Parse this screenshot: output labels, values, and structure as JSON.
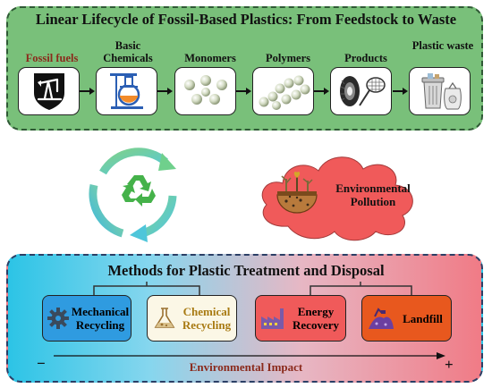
{
  "lifecycle": {
    "title": "Linear Lifecycle of Fossil-Based Plastics: From Feedstock to Waste",
    "stages": [
      {
        "label": "Fossil fuels",
        "icon": "oil-pump-icon"
      },
      {
        "label": "Basic Chemicals",
        "icon": "flask-icon"
      },
      {
        "label": "Monomers",
        "icon": "monomer-spheres-icon"
      },
      {
        "label": "Polymers",
        "icon": "polymer-chain-icon"
      },
      {
        "label": "Products",
        "icon": "tire-and-net-icon"
      },
      {
        "label": "Plastic waste",
        "icon": "trash-bin-icon"
      }
    ]
  },
  "middle": {
    "recycle_icon": "recycle-icon",
    "pollution_label": "Environmental Pollution",
    "pollution_icon": "polluted-soil-icon"
  },
  "methods": {
    "title": "Methods for Plastic Treatment and Disposal",
    "items": [
      {
        "label": "Mechanical Recycling",
        "icon": "gear-icon",
        "color": "#2f9be0",
        "text_color": "#111111"
      },
      {
        "label": "Chemical Recycling",
        "icon": "lab-flask-icon",
        "color": "#fbf7e6",
        "text_color": "#a87a12"
      },
      {
        "label": "Energy Recovery",
        "icon": "factory-icon",
        "color": "#f05a5a",
        "text_color": "#111111"
      },
      {
        "label": "Landfill",
        "icon": "landfill-icon",
        "color": "#e8581e",
        "text_color": "#111111"
      }
    ],
    "impact_label": "Environmental Impact",
    "impact_min": "−",
    "impact_max": "+"
  },
  "colors": {
    "top_panel": "#79c07a",
    "cloud": "#f05a5a",
    "impact_text": "#8b2a1c"
  }
}
